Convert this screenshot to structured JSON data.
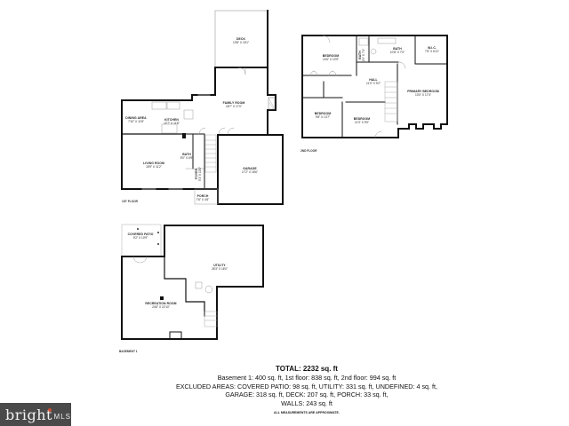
{
  "floors": {
    "first": {
      "label": "1ST FLOOR",
      "rooms": [
        {
          "name": "DECK",
          "dim": "13'8\" X 15'1\""
        },
        {
          "name": "FAMILY ROOM",
          "dim": "18'7\" X 17'0\""
        },
        {
          "name": "DINING AREA",
          "dim": "7'10\" X 11'8\""
        },
        {
          "name": "KITCHEN",
          "dim": "12'7\" X 11'8\""
        },
        {
          "name": "LIVING ROOM",
          "dim": "15'9\" X 11'2\""
        },
        {
          "name": "BATH",
          "dim": "5'0\" X 6'9\""
        },
        {
          "name": "FOYER",
          "dim": "5'1\" X 10'0\""
        },
        {
          "name": "GARAGE",
          "dim": "17'2\" X 18'6\""
        },
        {
          "name": "PORCH",
          "dim": "7'6\" X 4'6\""
        }
      ]
    },
    "second": {
      "label": "2ND FLOOR",
      "rooms": [
        {
          "name": "BEDROOM",
          "dim": "14'6\" X 10'9\""
        },
        {
          "name": "BATH",
          "dim": "4'9\" X 7'4\""
        },
        {
          "name": "BATH",
          "dim": "10'8\" X 7'0\""
        },
        {
          "name": "W.I.C.",
          "dim": "7'5\" X 6'11\""
        },
        {
          "name": "HALL",
          "dim": "11'3\" X 9'2\""
        },
        {
          "name": "PRIMARY BEDROOM",
          "dim": "13'0\" X 17'4\""
        },
        {
          "name": "BEDROOM",
          "dim": "9'8\" X 13'7\""
        },
        {
          "name": "BEDROOM",
          "dim": "11'3\" X 9'9\""
        }
      ]
    },
    "basement": {
      "label": "BASEMENT 1",
      "rooms": [
        {
          "name": "COVERED PATIO",
          "dim": "9'2\" X 10'9\""
        },
        {
          "name": "UTILITY",
          "dim": "26'3\" X 16'0\""
        },
        {
          "name": "RECREATION ROOM",
          "dim": "24'6\" X 22'10\""
        }
      ]
    }
  },
  "summary": {
    "total": "TOTAL: 2232 sq. ft",
    "line1": "Basement 1: 400 sq. ft, 1st floor: 838 sq. ft, 2nd floor: 994 sq. ft",
    "line2": "EXCLUDED AREAS: COVERED PATIO: 98 sq. ft, UTILITY: 331 sq. ft, UNDEFINED: 4 sq. ft,",
    "line3": "GARAGE: 318 sq. ft, DECK: 207 sq. ft, PORCH: 33 sq. ft,",
    "line4": "WALLS: 243 sq. ft",
    "note": "ALL MEASUREMENTS ARE APPROXIMATE."
  },
  "logo": {
    "brand": "bright",
    "suffix": "MLS",
    "bg": "#4a4a4a",
    "accent": "#e8502a"
  },
  "colors": {
    "wall": "#111111",
    "thin": "#999999",
    "background": "#ffffff"
  }
}
